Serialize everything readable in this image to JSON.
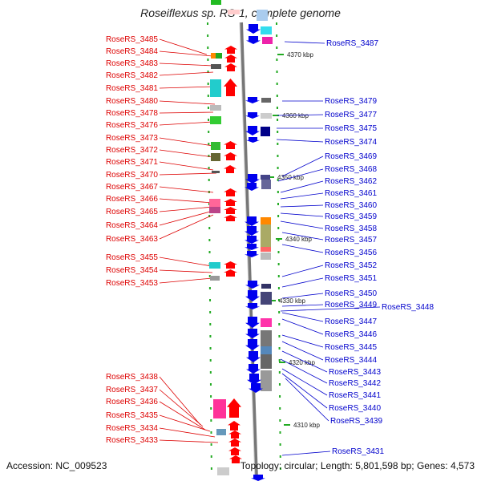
{
  "title": "Roseiflexus sp. RS-1, complete genome",
  "footer": {
    "accession": "Accession: NC_009523",
    "stats": "Topology: circular; Length: 5,801,598 bp; Genes: 4,573"
  },
  "colors": {
    "forward": "#ff0000",
    "reverse": "#0000ee",
    "backbone": "#777777",
    "tick": "#22aa22"
  },
  "kbp_markers": [
    "4370 kbp",
    "4360 kbp",
    "4350 kbp",
    "4340 kbp",
    "4330 kbp",
    "4320 kbp",
    "4310 kbp"
  ],
  "left_genes": [
    "RoseRS_3485",
    "RoseRS_3484",
    "RoseRS_3483",
    "RoseRS_3482",
    "RoseRS_3481",
    "RoseRS_3480",
    "RoseRS_3478",
    "RoseRS_3476",
    "RoseRS_3473",
    "RoseRS_3472",
    "RoseRS_3471",
    "RoseRS_3470",
    "RoseRS_3467",
    "RoseRS_3466",
    "RoseRS_3465",
    "RoseRS_3464",
    "RoseRS_3463",
    "RoseRS_3455",
    "RoseRS_3454",
    "RoseRS_3453",
    "RoseRS_3438",
    "RoseRS_3437",
    "RoseRS_3436",
    "RoseRS_3435",
    "RoseRS_3434",
    "RoseRS_3433"
  ],
  "right_genes": [
    "RoseRS_3487",
    "RoseRS_3479",
    "RoseRS_3477",
    "RoseRS_3475",
    "RoseRS_3474",
    "RoseRS_3469",
    "RoseRS_3468",
    "RoseRS_3462",
    "RoseRS_3461",
    "RoseRS_3460",
    "RoseRS_3459",
    "RoseRS_3458",
    "RoseRS_3457",
    "RoseRS_3456",
    "RoseRS_3452",
    "RoseRS_3451",
    "RoseRS_3450",
    "RoseRS_3449",
    "RoseRS_3448",
    "RoseRS_3447",
    "RoseRS_3446",
    "RoseRS_3445",
    "RoseRS_3444",
    "RoseRS_3443",
    "RoseRS_3442",
    "RoseRS_3441",
    "RoseRS_3440",
    "RoseRS_3439",
    "RoseRS_3431"
  ]
}
